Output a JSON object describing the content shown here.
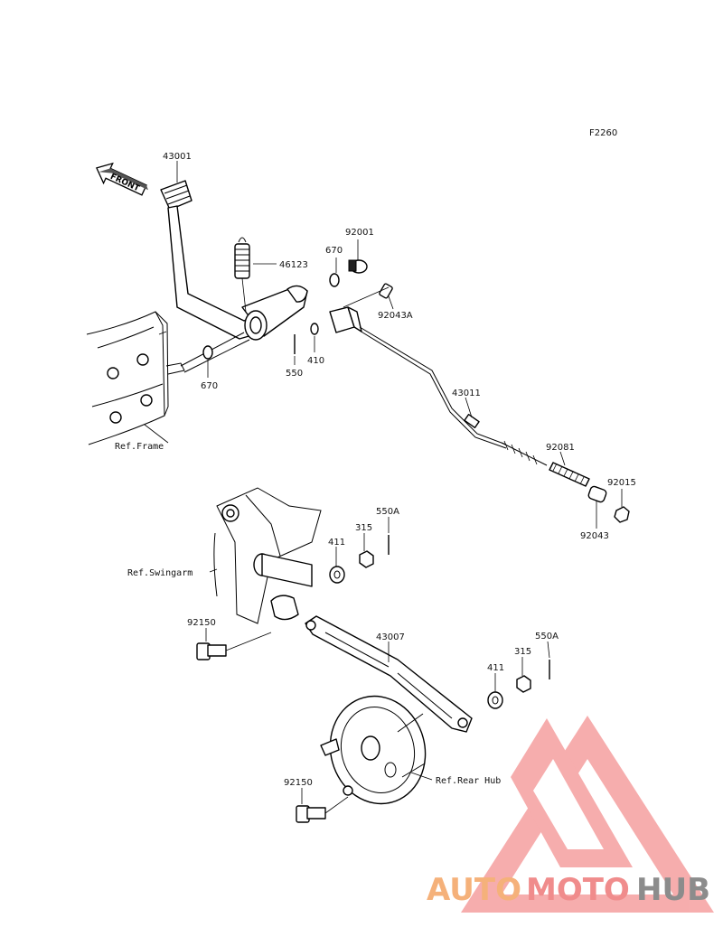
{
  "figure_code": "F2260",
  "front_arrow_text": "FRONT",
  "parts": {
    "brake_pedal": "43001",
    "spring": "46123",
    "oring_top": "670",
    "oring_left": "670",
    "washer_top": "92001",
    "pin": "92043A",
    "cotter_pin_550": "550",
    "washer_410": "410",
    "brake_cable": "43011",
    "cable_spring": "92081",
    "nut_92015": "92015",
    "joint_92043": "92043",
    "cotter_pin_550a_top": "550A",
    "nut_315_top": "315",
    "washer_411_top": "411",
    "bolt_92150_top": "92150",
    "torque_link": "43007",
    "washer_411_bottom": "411",
    "nut_315_bottom": "315",
    "cotter_pin_550a_bottom": "550A",
    "bolt_92150_bottom": "92150"
  },
  "refs": {
    "frame": "Ref.Frame",
    "swingarm": "Ref.Swingarm",
    "rear_hub": "Ref.Rear Hub"
  },
  "watermark": {
    "part1": "AUTO",
    "part2": "MOTO",
    "part3": "HUB",
    "color1": "#f5b17a",
    "color2": "#f08c8c",
    "color3": "#8c8c8c",
    "logo_color": "#f06b6b"
  }
}
